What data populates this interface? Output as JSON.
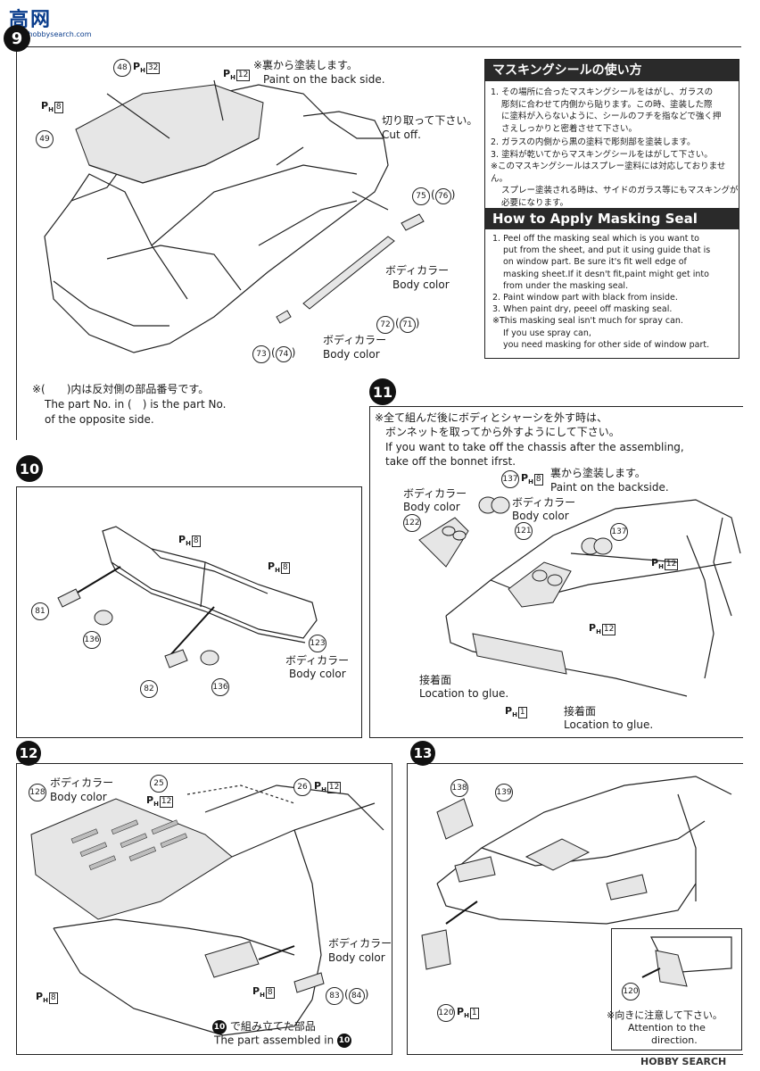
{
  "watermark_top": {
    "text": "高网",
    "sub": "www.hobbysearch.com"
  },
  "watermark_bottom": "HOBBY SEARCH",
  "step9": {
    "badge": "9",
    "back_side_jp": "※裏から塗装します。",
    "back_side_en": "Paint on the back side.",
    "cut_off_jp": "切り取って下さい。",
    "cut_off_en": "Cut off.",
    "body_color_jp": "ボディカラー",
    "body_color_en": "Body color",
    "body_color2_jp": "ボディカラー",
    "body_color2_en": "Body color",
    "parts": {
      "p48": "48",
      "p49": "49",
      "p75": "75",
      "p76": "76",
      "p72": "72",
      "p71": "71",
      "p73": "73",
      "p74": "74"
    },
    "ph": {
      "ph32": "32",
      "ph12": "12",
      "ph8": "8"
    },
    "note_jp": "※(　　)内は反対側の部品番号です。",
    "note_en1": "The part No. in (　) is the part No.",
    "note_en2": "of the opposite side."
  },
  "masking": {
    "title_jp": "マスキングシールの使い方",
    "jp_lines": [
      "1. その場所に合ったマスキングシールをはがし、ガラスの",
      "彫刻に合わせて内側から貼ります。この時、塗装した際",
      "に塗料が入らないように、シールのフチを指などで強く押",
      "さえしっかりと密着させて下さい。",
      "2. ガラスの内側から黒の塗料で彫刻部を塗装します。",
      "3. 塗料が乾いてからマスキングシールをはがして下さい。",
      "※このマスキングシールはスプレー塗料には対応しておりません。",
      "スプレー塗装される時は、サイドのガラス等にもマスキングが",
      "必要になります。"
    ],
    "title_en": "How to Apply Masking Seal",
    "en_lines": [
      "1. Peel off the masking seal which is you want to",
      "put from the sheet, and put it using guide that is",
      "on window part. Be sure it's fit well edge of",
      "masking sheet.If it desn't fit,paint might get into",
      "from under the masking seal.",
      "2. Paint window part with black from inside.",
      "3. When paint dry, peeel off masking seal.",
      "※This masking seal isn't much for spray can.",
      "If you use spray can,",
      "you need masking for other side of window part."
    ]
  },
  "step10": {
    "badge": "10",
    "parts": {
      "p81": "81",
      "p136a": "136",
      "p82": "82",
      "p136b": "136",
      "p123": "123"
    },
    "ph8": "8",
    "body_color_jp": "ボディカラー",
    "body_color_en": "Body color"
  },
  "step11": {
    "badge": "11",
    "note_jp1": "※全て組んだ後にボディとシャーシを外す時は、",
    "note_jp2": "ボンネットを取ってから外すようにして下さい。",
    "note_en1": "If you want to take off the chassis after the assembling,",
    "note_en2": "take off the bonnet ifrst.",
    "back_jp": "裏から塗装します。",
    "back_en": "Paint on the backside.",
    "bc1_jp": "ボディカラー",
    "bc1_en": "Body color",
    "bc2_jp": "ボディカラー",
    "bc2_en": "Body color",
    "glue1_jp": "接着面",
    "glue1_en": "Location to glue.",
    "glue2_jp": "接着面",
    "glue2_en": "Location to glue.",
    "parts": {
      "p137a": "137",
      "p137b": "137",
      "p122": "122",
      "p121": "121"
    },
    "ph": {
      "ph8": "8",
      "ph12a": "12",
      "ph12b": "12",
      "ph1": "1"
    }
  },
  "step12": {
    "badge": "12",
    "bc1_jp": "ボディカラー",
    "bc1_en": "Body color",
    "bc2_jp": "ボディカラー",
    "bc2_en": "Body color",
    "parts": {
      "p128": "128",
      "p25": "25",
      "p26": "26",
      "p83": "83",
      "p84": "84"
    },
    "ph": {
      "ph12a": "12",
      "ph12b": "12",
      "ph8a": "8",
      "ph8b": "8"
    },
    "assembled_badge": "10",
    "assembled_jp": "で組み立てた部品",
    "assembled_en": "The part assembled in"
  },
  "step13": {
    "badge": "13",
    "parts": {
      "p138": "138",
      "p139": "139",
      "p120a": "120",
      "p120b": "120"
    },
    "ph1": "1",
    "attention_jp": "※向きに注意して下さい。",
    "attention_en1": "Attention to the",
    "attention_en2": "direction."
  }
}
